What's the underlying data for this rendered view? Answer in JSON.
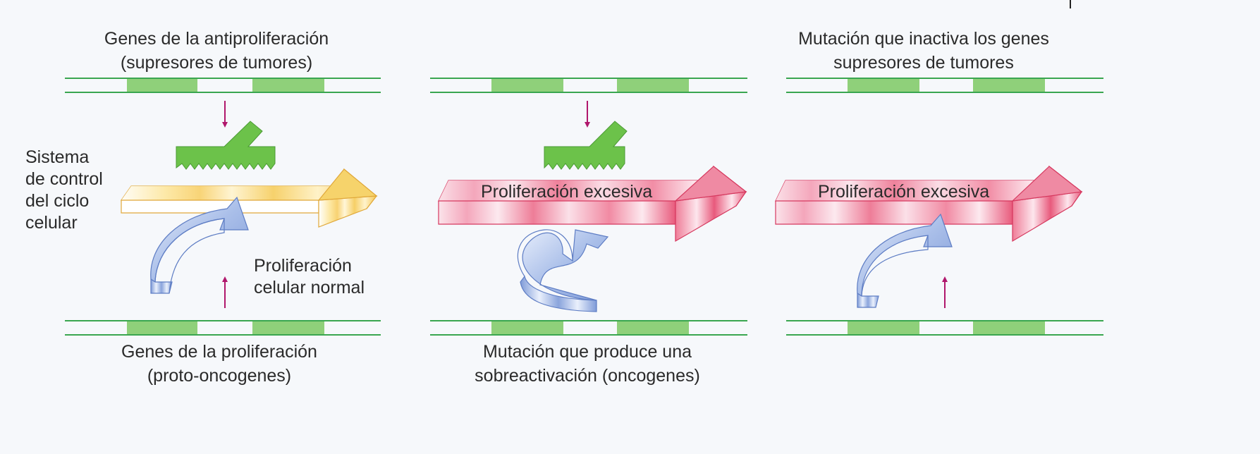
{
  "panels": [
    {
      "id": "normal",
      "top_gene_label": [
        "Genes de la antiproliferación",
        "(supresores de tumores)"
      ],
      "side_label": [
        "Sistema",
        "de control",
        "del ciclo",
        "celular"
      ],
      "process_label": [
        "Proliferación",
        "celular normal"
      ],
      "bottom_gene_label": [
        "Genes de la proliferación",
        "(proto-oncogenes)"
      ]
    },
    {
      "id": "oncogene",
      "arrow_label": "Proliferación excesiva",
      "bottom_gene_label": [
        "Mutación que produce una",
        "sobreactivación (oncogenes)"
      ]
    },
    {
      "id": "suppressor",
      "top_gene_label": [
        "Mutación que inactiva los genes",
        "supresores de tumores"
      ],
      "arrow_label": "Proliferación excesiva"
    }
  ],
  "colors": {
    "gene_segment": "#8fd07a",
    "dna_line": "#3aa650",
    "inhibitor": "#6cc24a",
    "normal_arrow": "#f2c94c",
    "excess_arrow": "#e8587a",
    "activator": "#9fb6e6",
    "signal_arrow": "#b0176c"
  }
}
